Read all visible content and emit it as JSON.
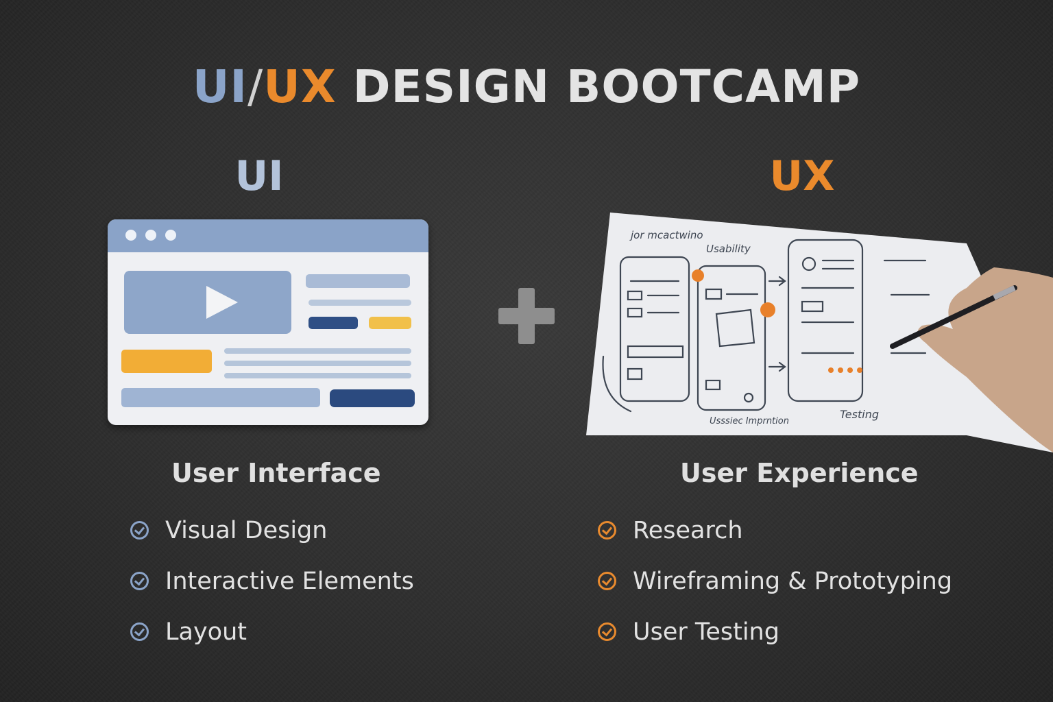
{
  "title": {
    "ui": "UI",
    "slash": "/",
    "ux": "UX",
    "rest": " DESIGN BOOTCAMP"
  },
  "ui": {
    "heading": "UI",
    "subtitle": "User Interface",
    "items": [
      "Visual Design",
      "Interactive Elements",
      "Layout"
    ]
  },
  "ux": {
    "heading": "UX",
    "subtitle": "User Experience",
    "items": [
      "Research",
      "Wireframing & Prototyping",
      "User Testing"
    ],
    "sketch_notes": [
      "Usability",
      "Testing"
    ]
  },
  "colors": {
    "ui_accent": "#8ba4c9",
    "ux_accent": "#ea8a2c",
    "background": "#2f2f2f"
  }
}
